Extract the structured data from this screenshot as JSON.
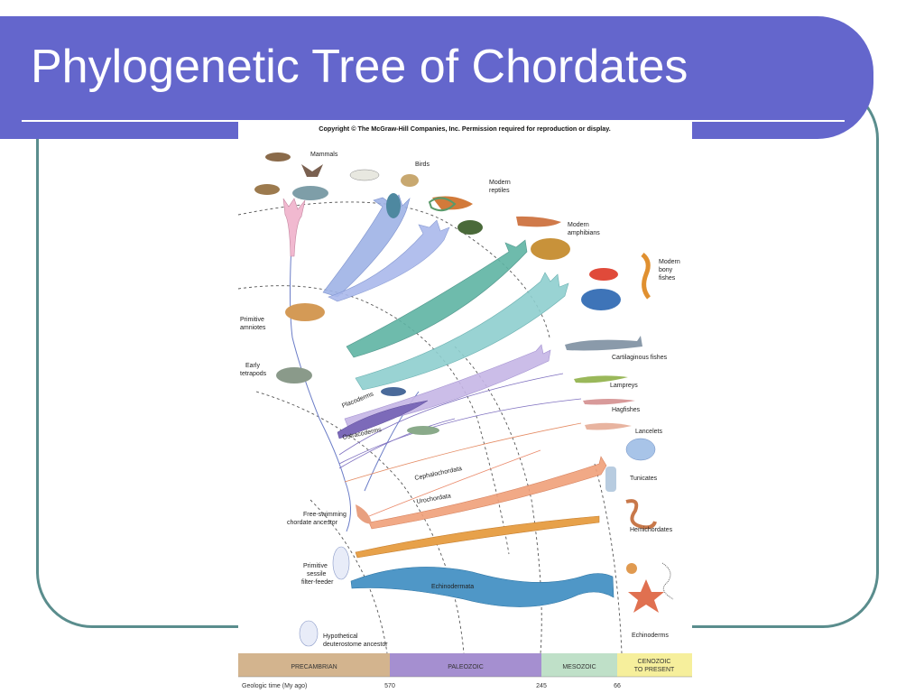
{
  "slide": {
    "title": "Phylogenetic Tree of Chordates"
  },
  "figure": {
    "copyright": "Copyright © The McGraw-Hill Companies, Inc. Permission required for reproduction or display.",
    "groups": {
      "mammals": "Mammals",
      "birds": "Birds",
      "reptiles_1": "Modern",
      "reptiles_2": "reptiles",
      "amphibians_1": "Modern",
      "amphibians_2": "amphibians",
      "bony_1": "Modern",
      "bony_2": "bony",
      "bony_3": "fishes",
      "cartilaginous": "Cartilaginous fishes",
      "lampreys": "Lampreys",
      "hagfishes": "Hagfishes",
      "lancelets": "Lancelets",
      "tunicates": "Tunicates",
      "hemichordates": "Hemichordates",
      "echinoderms": "Echinoderms"
    },
    "ancestors": {
      "amniotes_1": "Primitive",
      "amniotes_2": "amniotes",
      "tetrapods_1": "Early",
      "tetrapods_2": "tetrapods",
      "freeswim_1": "Free-swimming",
      "freeswim_2": "chordate ancestor",
      "sessile_1": "Primitive",
      "sessile_2": "sessile",
      "sessile_3": "filter-feeder",
      "deutero_1": "Hypothetical",
      "deutero_2": "deuterostome ancestor"
    },
    "branches": {
      "placoderms": "Placoderms",
      "ostracoderms": "Ostracoderms",
      "cephalochordata": "Cephalochordata",
      "urochordata": "Urochordata",
      "echinodermata": "Echinodermata"
    },
    "timeline": {
      "eras": [
        "PRECAMBRIAN",
        "PALEOZOIC",
        "MESOZOIC",
        "CENOZOIC",
        "TO PRESENT"
      ],
      "axis_label": "Geologic time (My ago)",
      "ticks": [
        "570",
        "245",
        "66"
      ]
    }
  },
  "colors": {
    "title_bar": "#6466cc",
    "frame": "#5a8d8d",
    "precambrian": "#d3b48e",
    "paleozoic": "#a58fd0",
    "mesozoic": "#bfe0c8",
    "cenozoic": "#f6ef9c"
  }
}
